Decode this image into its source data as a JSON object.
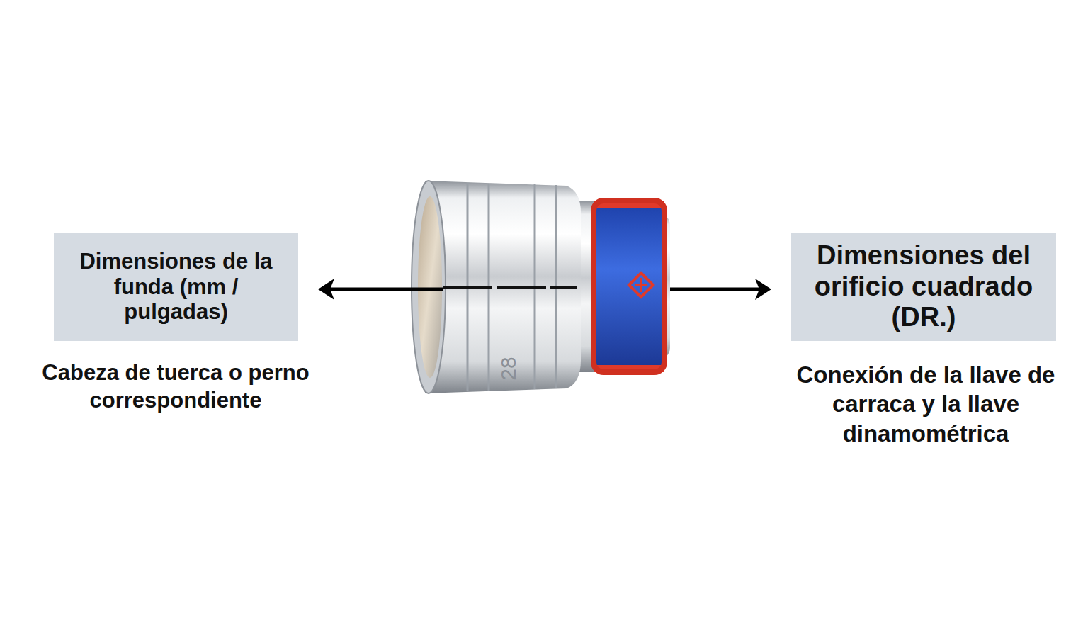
{
  "diagram": {
    "nodes": [
      {
        "text": [
          "Dimensiones de la funda (mm / pulgadas)"
        ]
      },
      {
        "text": [
          "Dimensiones del orificio cuadrado (DR.)"
        ]
      }
    ],
    "labels": [
      "Cabeza de tuerca o perno correspondiente",
      "Conexión de la llave de carraca y la llave dinamométrica",
      "28"
    ]
  }
}
